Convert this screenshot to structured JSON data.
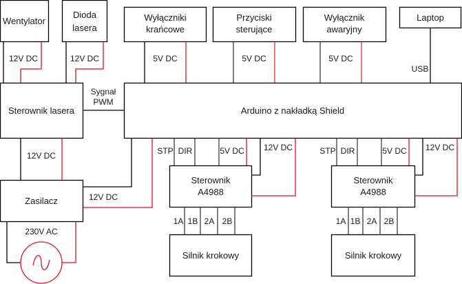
{
  "title": "Schemat blokowy plotera laserowego",
  "blocks": {
    "wentylator": [
      "Wentylator"
    ],
    "dioda": [
      "Dioda",
      "lasera"
    ],
    "wylaczniki_krancowe": [
      "Wyłączniki",
      "krańcowe"
    ],
    "przyciski": [
      "Przyciski",
      "sterujące"
    ],
    "wylacznik_awaryjny": [
      "Wyłącznik",
      "awaryjny"
    ],
    "laptop": [
      "Laptop"
    ],
    "sterownik_lasera": [
      "Sterownik lasera"
    ],
    "arduino": [
      "Arduino z nakładką Shield"
    ],
    "zasilacz": [
      "Zasilacz"
    ],
    "a4988_1": [
      "Sterownik",
      "A4988"
    ],
    "a4988_2": [
      "Sterownik",
      "A4988"
    ],
    "silnik_1": [
      "Silnik krokowy"
    ],
    "silnik_2": [
      "Silnik krokowy"
    ]
  },
  "wire_labels": {
    "wentylator_power": "12V DC",
    "dioda_power": "12V DC",
    "sygnal_pwm": [
      "Sygnał",
      "PWM"
    ],
    "krancowe_power": "5V DC",
    "przyciski_power": "5V DC",
    "awaryjny_power": "5V DC",
    "usb": "USB",
    "laser_driver_power": "12V DC",
    "zasilacz_out": "12V DC",
    "mains": "230V AC",
    "driver1": {
      "stp": "STP",
      "dir": "DIR",
      "v5": "5V DC",
      "v12": "12V DC"
    },
    "driver2": {
      "stp": "STP",
      "dir": "DIR",
      "v5": "5V DC",
      "v12": "12V DC"
    },
    "motor1_pins": [
      "1A",
      "1B",
      "2A",
      "2B"
    ],
    "motor2_pins": [
      "1A",
      "1B",
      "2A",
      "2B"
    ]
  },
  "colors": {
    "positive_wire": "#e0141e",
    "ground_wire": "#000000",
    "signal_wire": "#808080"
  },
  "icons": {
    "ac_source": "sine-wave-source"
  }
}
